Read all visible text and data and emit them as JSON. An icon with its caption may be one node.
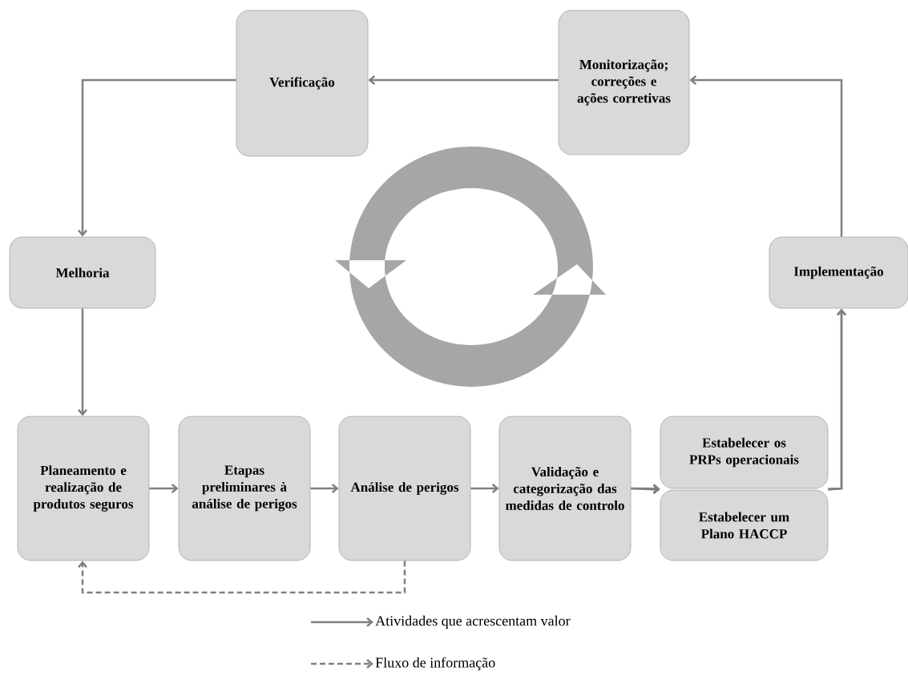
{
  "diagram": {
    "nodes": [
      {
        "text": [
          "Verificação"
        ]
      },
      {
        "text": [
          "Monitorização; correções e ações corretivas"
        ]
      },
      {
        "text": [
          "Melhoria"
        ]
      },
      {
        "text": [
          "Implementação"
        ]
      },
      {
        "text": [
          "Planeamento e realização de produtos seguros"
        ]
      },
      {
        "text": [
          "Etapas preliminares à análise de perigos"
        ]
      },
      {
        "text": [
          "Análise de perigos"
        ]
      },
      {
        "text": [
          "Validação  e categorização das medidas de controlo"
        ]
      },
      {
        "text": [
          "Estabelecer os PRPs operacionais"
        ]
      },
      {
        "text": [
          "Estabelecer um Plano HACCP"
        ]
      }
    ],
    "edges": [
      {
        "from": 1,
        "to": 0,
        "arrow": "to"
      },
      {
        "from": 0,
        "to": 2,
        "arrow": "to"
      },
      {
        "from": 2,
        "to": 4,
        "arrow": "to"
      },
      {
        "from": 4,
        "to": 5,
        "arrow": "to"
      },
      {
        "from": 5,
        "to": 6,
        "arrow": "to"
      },
      {
        "from": 6,
        "to": 7,
        "arrow": "to"
      },
      {
        "from": 7,
        "to": 8,
        "arrow": "to"
      },
      {
        "from": 7,
        "to": 9,
        "arrow": "to"
      },
      {
        "from": 8,
        "to": 3,
        "arrow": "to"
      },
      {
        "from": 9,
        "to": 3,
        "arrow": "to"
      },
      {
        "from": 3,
        "to": 1,
        "arrow": "to"
      },
      {
        "from": 6,
        "to": 4,
        "arrow": "to",
        "style": "dashed"
      }
    ],
    "legend": [
      {
        "text": "Atividades que acrescentam valor"
      },
      {
        "text": "Fluxo de informação"
      }
    ]
  }
}
